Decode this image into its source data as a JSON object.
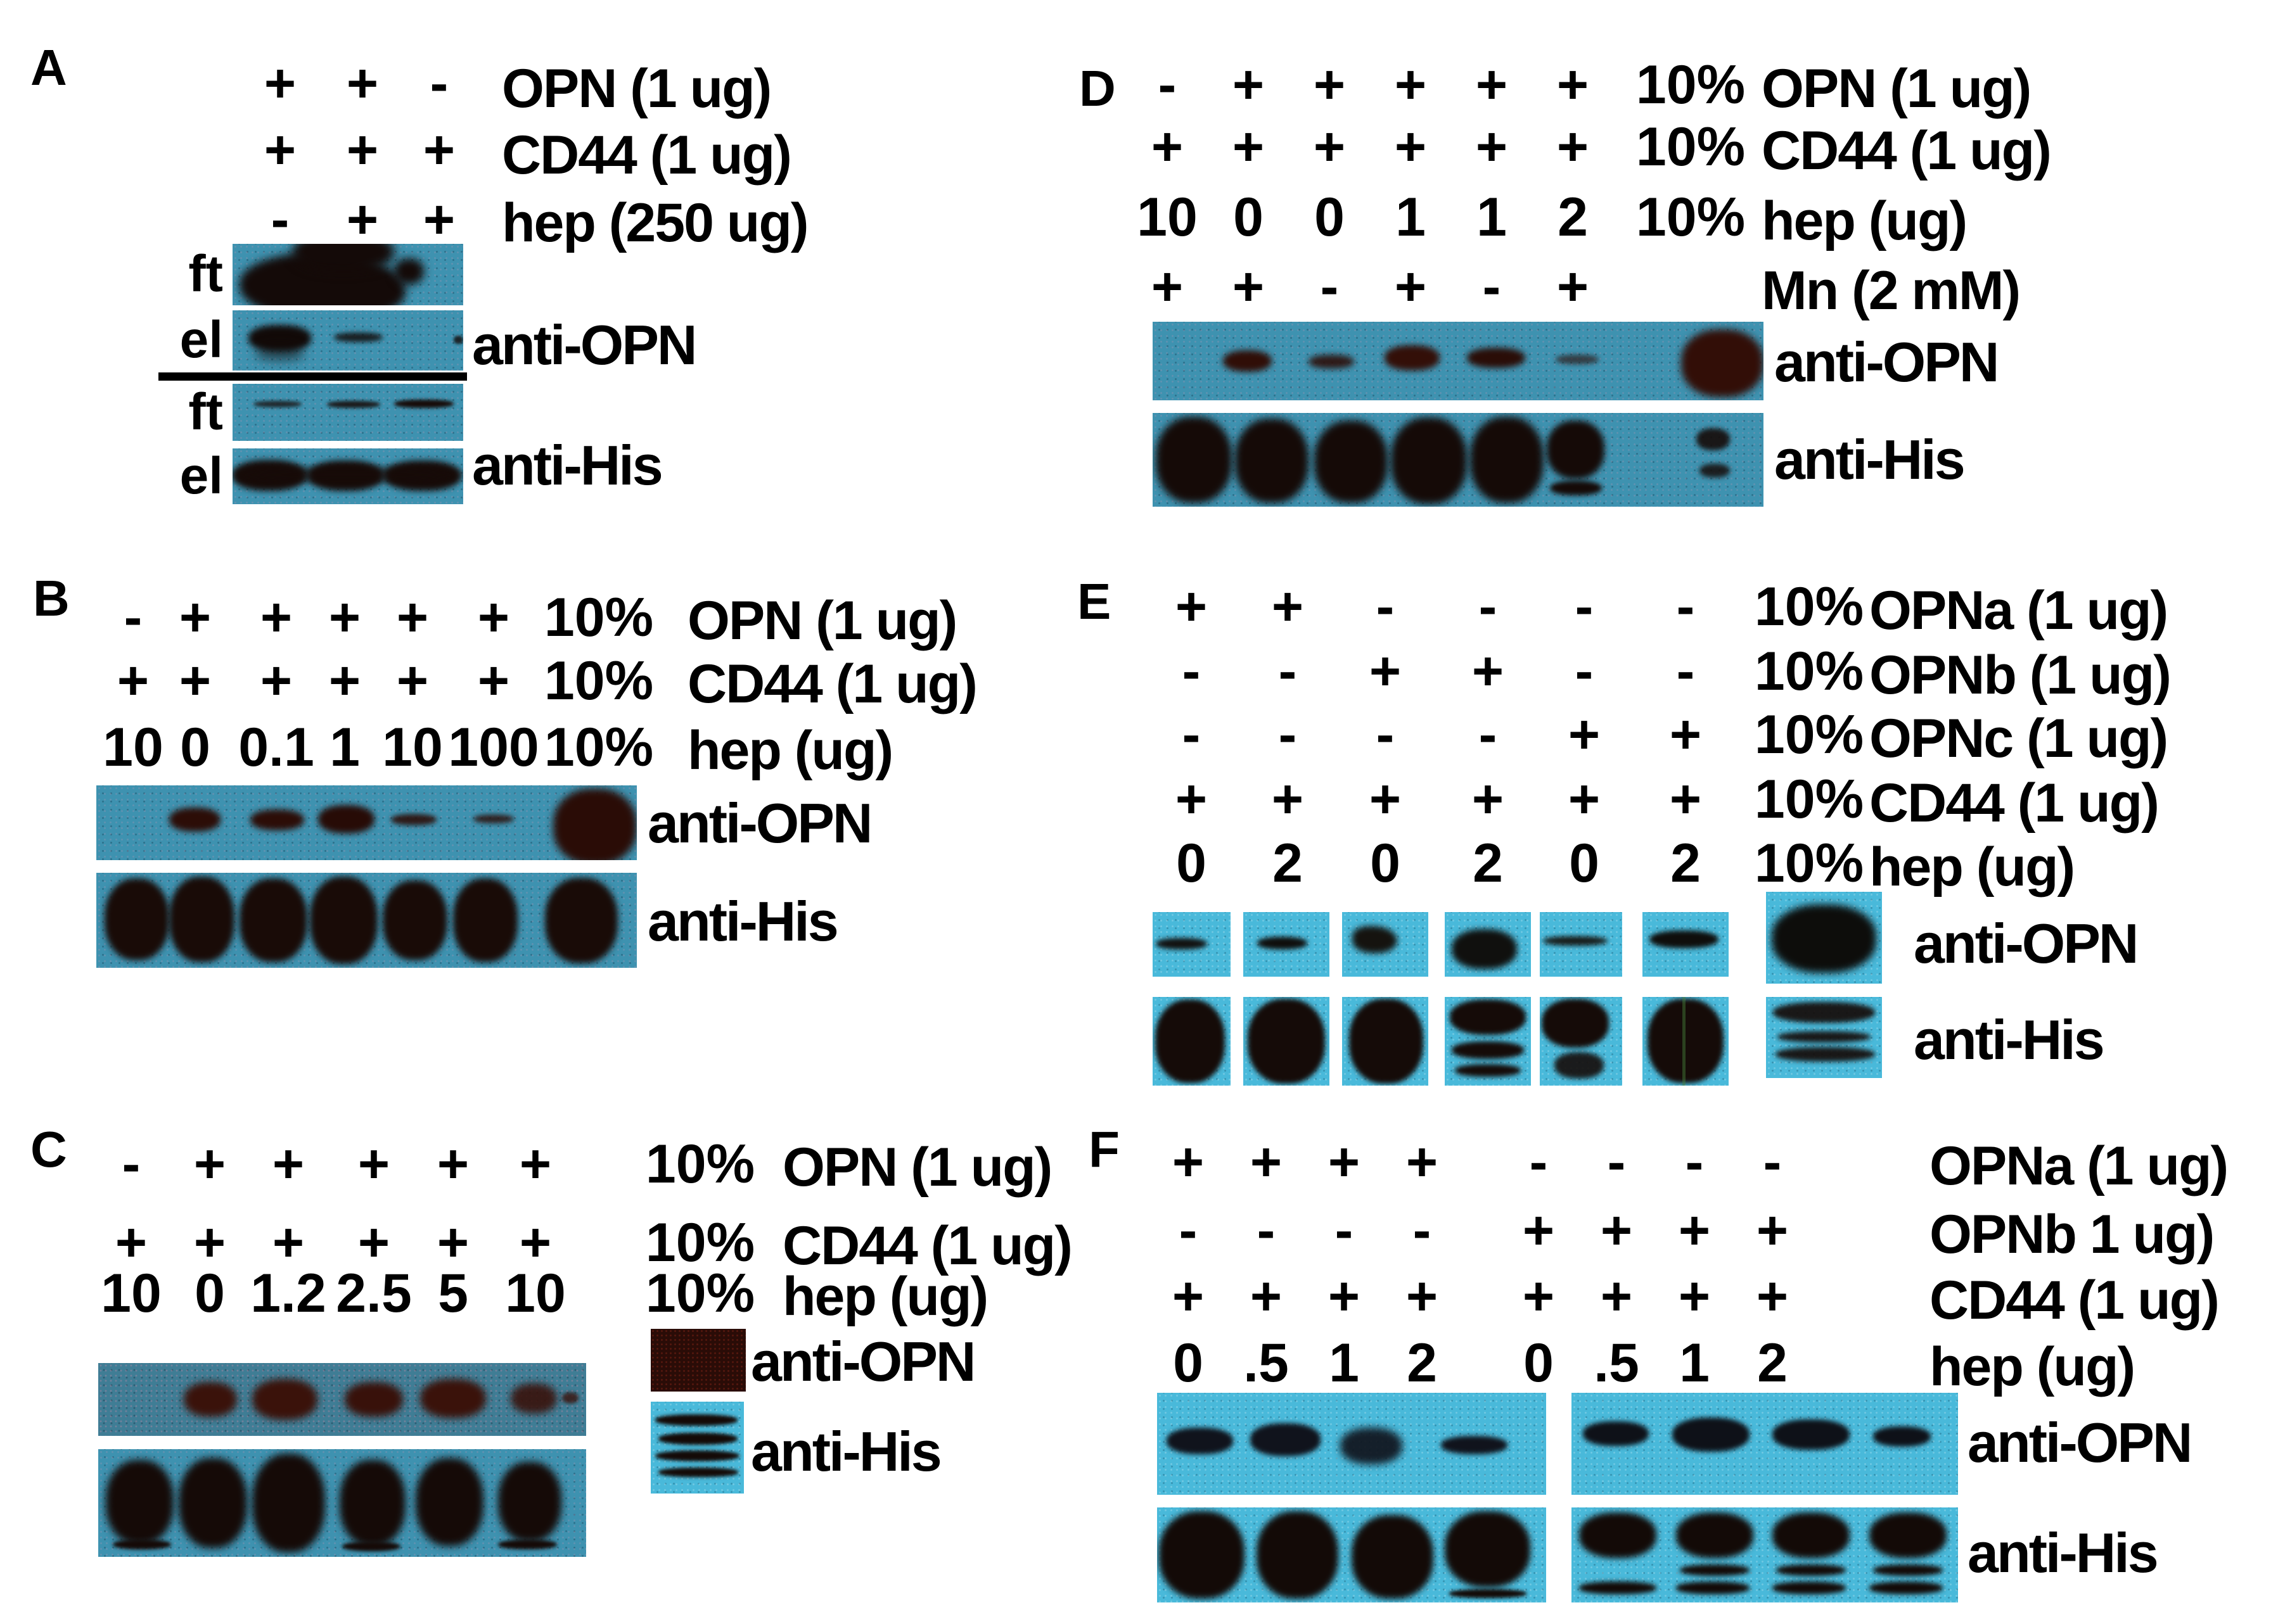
{
  "colors": {
    "blot_teal": "#3e92b0",
    "blot_teal_bright": "#49b9da",
    "blot_teal_dark": "#3f7d95",
    "band_dark": "#170b08",
    "band_maroon": "#360f08",
    "blob_maroon": "#2a0c07",
    "text": "#000000"
  },
  "panels": {
    "A": {
      "letter": "A",
      "rows": [
        {
          "symbols": [
            "+",
            "+",
            "-"
          ],
          "label": "OPN (1 ug)"
        },
        {
          "symbols": [
            "+",
            "+",
            "+"
          ],
          "label": "CD44 (1 ug)"
        },
        {
          "symbols": [
            "-",
            "+",
            "+"
          ],
          "label": "hep (250 ug)"
        }
      ],
      "gel_rows": [
        {
          "lane_label": "ft"
        },
        {
          "lane_label": "el"
        },
        {
          "lane_label": "ft"
        },
        {
          "lane_label": "el"
        }
      ],
      "antibody_labels": [
        "anti-OPN",
        "anti-His"
      ]
    },
    "B": {
      "letter": "B",
      "rows": [
        {
          "symbols": [
            "-",
            "+",
            "+",
            "+",
            "+",
            "+"
          ],
          "pct": "10%",
          "label": "OPN (1 ug)"
        },
        {
          "symbols": [
            "+",
            "+",
            "+",
            "+",
            "+",
            "+"
          ],
          "pct": "10%",
          "label": "CD44 (1 ug)"
        },
        {
          "symbols": [
            "10",
            "0",
            "0.1",
            "1",
            "10",
            "100"
          ],
          "pct": "10%",
          "label": "hep (ug)"
        }
      ],
      "antibody_labels": [
        "anti-OPN",
        "anti-His"
      ]
    },
    "C": {
      "letter": "C",
      "rows": [
        {
          "symbols": [
            "-",
            "+",
            "+",
            "+",
            "+",
            "+"
          ],
          "pct": "10%",
          "label": "OPN (1 ug)"
        },
        {
          "symbols": [
            "+",
            "+",
            "+",
            "+",
            "+",
            "+"
          ],
          "pct": "10%",
          "label": "CD44 (1 ug)"
        },
        {
          "symbols": [
            "10",
            "0",
            "1.2",
            "2.5",
            "5",
            "10"
          ],
          "pct": "10%",
          "label": "hep (ug)"
        }
      ],
      "antibody_labels": [
        "anti-OPN",
        "anti-His"
      ]
    },
    "D": {
      "letter": "D",
      "rows": [
        {
          "symbols": [
            "-",
            "+",
            "+",
            "+",
            "+",
            "+"
          ],
          "pct": "10%",
          "label": "OPN (1 ug)"
        },
        {
          "symbols": [
            "+",
            "+",
            "+",
            "+",
            "+",
            "+"
          ],
          "pct": "10%",
          "label": "CD44 (1 ug)"
        },
        {
          "symbols": [
            "10",
            "0",
            "0",
            "1",
            "1",
            "2"
          ],
          "pct": "10%",
          "label": "hep (ug)"
        },
        {
          "symbols": [
            "+",
            "+",
            "-",
            "+",
            "-",
            "+"
          ],
          "label": "Mn (2 mM)"
        }
      ],
      "antibody_labels": [
        "anti-OPN",
        "anti-His"
      ]
    },
    "E": {
      "letter": "E",
      "rows": [
        {
          "symbols": [
            "+",
            "+",
            "-",
            "-",
            "-",
            "-"
          ],
          "pct": "10%",
          "label": "OPNa (1 ug)"
        },
        {
          "symbols": [
            "-",
            "-",
            "+",
            "+",
            "-",
            "-"
          ],
          "pct": "10%",
          "label": "OPNb (1 ug)"
        },
        {
          "symbols": [
            "-",
            "-",
            "-",
            "-",
            "+",
            "+"
          ],
          "pct": "10%",
          "label": "OPNc (1 ug)"
        },
        {
          "symbols": [
            "+",
            "+",
            "+",
            "+",
            "+",
            "+"
          ],
          "pct": "10%",
          "label": "CD44 (1 ug)"
        },
        {
          "symbols": [
            "0",
            "2",
            "0",
            "2",
            "0",
            "2"
          ],
          "pct": "10%",
          "label": "hep (ug)"
        }
      ],
      "antibody_labels": [
        "anti-OPN",
        "anti-His"
      ]
    },
    "F": {
      "letter": "F",
      "rows": [
        {
          "symbols": [
            "+",
            "+",
            "+",
            "+",
            "-",
            "-",
            "-",
            "-"
          ],
          "label": "OPNa (1 ug)"
        },
        {
          "symbols": [
            "-",
            "-",
            "-",
            "-",
            "+",
            "+",
            "+",
            "+"
          ],
          "label": "OPNb 1 ug)"
        },
        {
          "symbols": [
            "+",
            "+",
            "+",
            "+",
            "+",
            "+",
            "+",
            "+"
          ],
          "label": "CD44 (1 ug)"
        },
        {
          "symbols": [
            "0",
            ".5",
            "1",
            "2",
            "0",
            ".5",
            "1",
            "2"
          ],
          "label": "hep (ug)"
        }
      ],
      "antibody_labels": [
        "anti-OPN",
        "anti-His"
      ]
    }
  }
}
